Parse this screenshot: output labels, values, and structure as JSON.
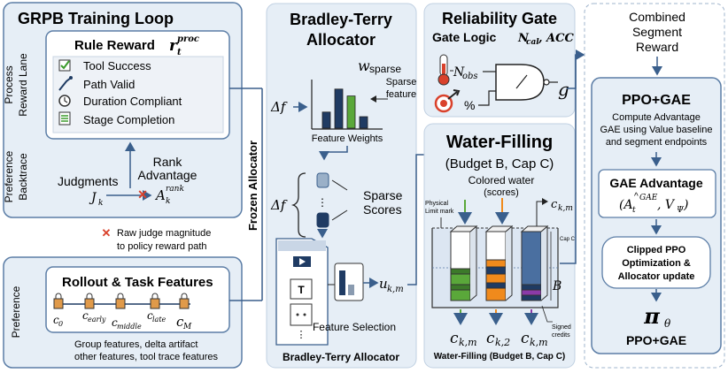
{
  "grpb": {
    "title": "GRPB Training Loop",
    "lane_process_1": "Process",
    "lane_process_2": "Reward Lane",
    "lane_pref_1": "Preference",
    "lane_pref_2": "Backtrace",
    "rule_reward_title": "Rule Reward",
    "rule_reward_symbol": "r",
    "rule_reward_sub": "t",
    "rule_reward_sup": "proc",
    "rules": [
      "Tool Success",
      "Path Valid",
      "Duration Compliant",
      "Stage Completion"
    ],
    "judgments_label": "Judgments",
    "judgments_symbol": "J",
    "judgments_sub": "k",
    "rank_advantage_1": "Rank",
    "rank_advantage_2": "Advantage",
    "rank_symbol": "A",
    "rank_sub": "k",
    "rank_sup": "rank",
    "raw_judge_1": "Raw judge magnitude",
    "raw_judge_2": "to policy reward path"
  },
  "rollout": {
    "lane": "Preference",
    "title": "Rollout & Task Features",
    "c0": "c",
    "c0_sub": "0",
    "c_early": "c",
    "c_early_sub": "early",
    "c_middle": "c",
    "c_middle_sub": "middle",
    "c_late": "c",
    "c_late_sub": "late",
    "c_M": "c",
    "c_M_sub": "M",
    "footer_1": "Group features, delta artifact",
    "footer_2": "other features, tool trace features"
  },
  "frozen_allocator": "Frozen Allocator",
  "bt": {
    "title_1": "Bradley-Terry",
    "title_2": "Allocator",
    "w_sparse": "w",
    "w_sparse_sub": "sparse",
    "sparse_feature_1": "Sparse",
    "sparse_feature_2": "feature",
    "delta_f": "Δf",
    "feature_weights": "Feature Weights",
    "sparse_scores_1": "Sparse",
    "sparse_scores_2": "Scores",
    "feature_selection": "Feature Selection",
    "u_km": "u",
    "u_km_sub": "k,m",
    "footer": "Bradley-Terry Allocator",
    "weights": [
      0.35,
      0.85,
      0.7,
      0.25
    ],
    "weight_colors": [
      "#1f3b63",
      "#1f3b63",
      "#5aa83a",
      "#1f3b63"
    ]
  },
  "gate": {
    "title": "Reliability Gate",
    "logic": "Gate Logic",
    "logic_args": "N",
    "logic_args_sub": "cal",
    "logic_acc": ", ACC",
    "n_obs": "N",
    "n_obs_sub": "obs",
    "percent": "%",
    "g": "g"
  },
  "water": {
    "title": "Water-Filling",
    "subtitle": "(Budget B, Cap C)",
    "colored_water_1": "Colored water",
    "colored_water_2": "(scores)",
    "physical_1": "Physical",
    "physical_2": "Limit mark",
    "c_km_top": "c",
    "c_km_top_sub": "k,m",
    "cap_c": "Cap C",
    "b_label": "B",
    "signed_1": "Signed",
    "signed_2": "credits",
    "out_1": "c",
    "out_1_sub": "k,m",
    "out_2": "c",
    "out_2_sub": "k,2",
    "out_3": "c",
    "out_3_sub": "k,m",
    "footer": "Water-Filling (Budget B, Cap C)"
  },
  "ppo": {
    "combined_1": "Combined",
    "combined_2": "Segment",
    "combined_3": "Reward",
    "title": "PPO+GAE",
    "compute_1": "Compute Advantage",
    "compute_2": "GAE using Value baseline",
    "compute_3": "and segment endpoints",
    "gae_title": "GAE Advantage",
    "gae_formula": "(A",
    "gae_formula_sup": "GAE",
    "gae_formula_sub": "t",
    "gae_formula_rest": ", V",
    "gae_formula_psi": "Ψ",
    "gae_close": ")",
    "clipped_1": "Clipped PPO",
    "clipped_2": "Optimization &",
    "clipped_3": "Allocator update",
    "pi": "π",
    "pi_sub": "θ",
    "footer": "PPO+GAE"
  },
  "colors": {
    "panel_fill": "#e6eef6",
    "panel_stroke": "#5b7da6",
    "navy": "#1f3b63",
    "green": "#5aa83a",
    "orange": "#f08a1c",
    "purple": "#8b3aa8",
    "red": "#d9412b"
  }
}
